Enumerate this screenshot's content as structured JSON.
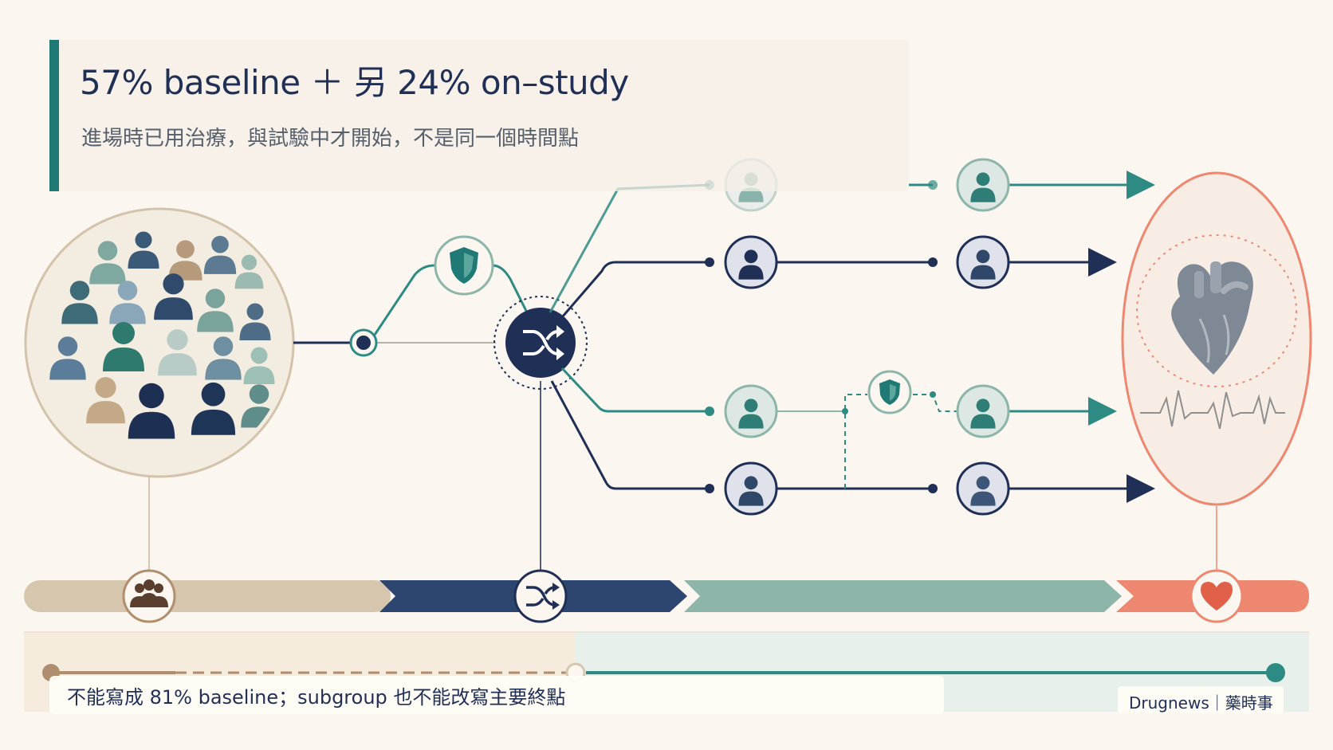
{
  "header": {
    "title": "57% baseline ＋ 另 24% on–study",
    "subtitle": "進場時已用治療，與試驗中才開始，不是同一個時間點"
  },
  "footer": {
    "note": "不能寫成 81% baseline；subgroup 也不能改寫主要終點",
    "brand": "Drugnews｜藥時事"
  },
  "colors": {
    "navy": "#1f2f55",
    "teal": "#1f7a76",
    "sage": "#8db5aa",
    "beige": "#d6c6ad",
    "coral": "#ee8770",
    "background": "#fbf7f0"
  },
  "icons": {
    "population": "population-crowd-icon",
    "protection": "shield-icon",
    "randomization": "shuffle-icon",
    "participant": "person-icon",
    "outcome": "heart-icon",
    "group": "group-icon"
  }
}
